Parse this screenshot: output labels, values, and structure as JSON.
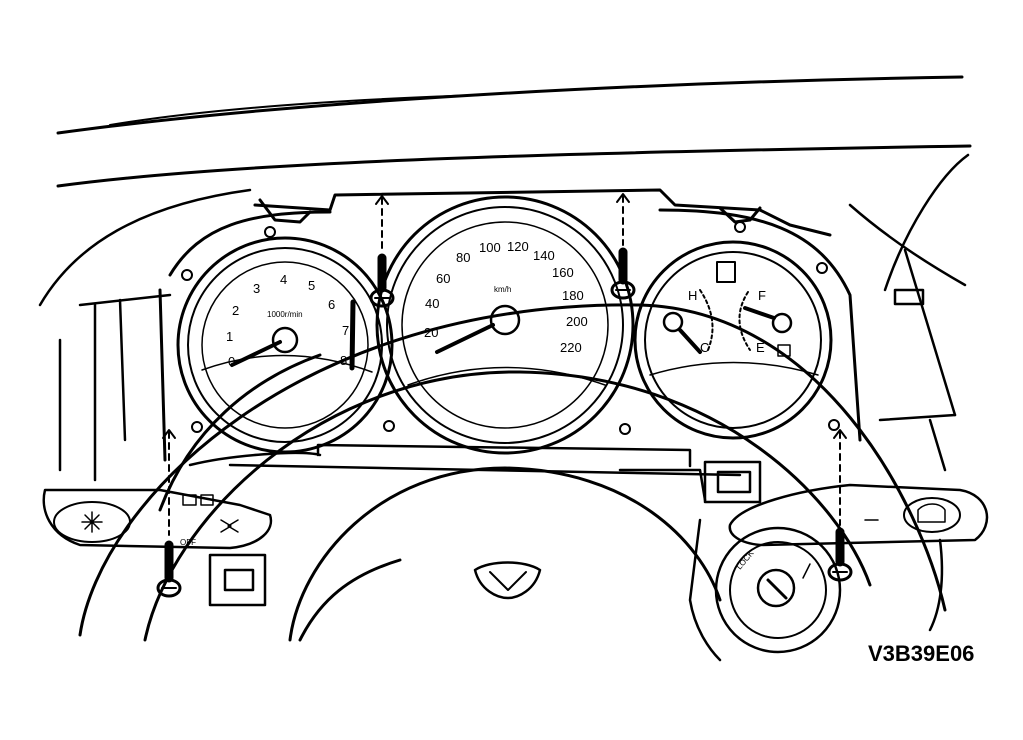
{
  "figure_id": "V3B39E06",
  "tachometer": {
    "unit_label": "1000r/min",
    "scale": [
      "0",
      "1",
      "2",
      "3",
      "4",
      "5",
      "6",
      "7",
      "8"
    ]
  },
  "speedometer": {
    "unit_label": "km/h",
    "scale": [
      "20",
      "40",
      "60",
      "80",
      "100",
      "120",
      "140",
      "160",
      "180",
      "200",
      "220"
    ]
  },
  "temperature_gauge": {
    "hot_label": "H",
    "cold_label": "C"
  },
  "fuel_gauge": {
    "full_label": "F",
    "empty_label": "E"
  },
  "light_switch": {
    "off_label": "OFF"
  },
  "ignition": {
    "lock_label": "LOCK"
  },
  "colors": {
    "line": "#000000",
    "background": "#ffffff"
  }
}
